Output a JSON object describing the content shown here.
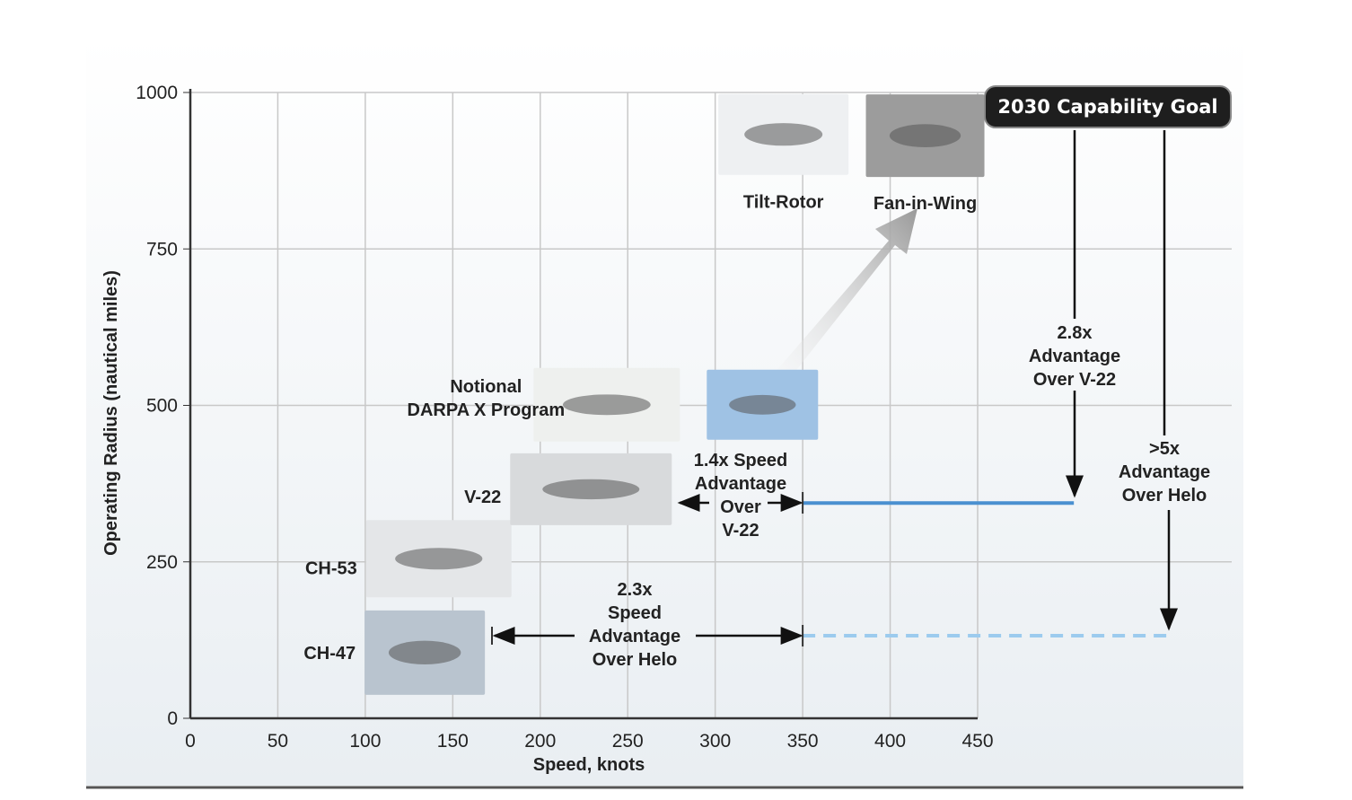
{
  "chart_data": {
    "type": "scatter",
    "title": "",
    "xlabel": "Speed, knots",
    "ylabel": "Operating Radius (nautical miles)",
    "xlim": [
      0,
      450
    ],
    "ylim": [
      0,
      1000
    ],
    "xticks": [
      "0",
      "50",
      "100",
      "150",
      "200",
      "250",
      "300",
      "350",
      "400",
      "450"
    ],
    "yticks": [
      "0",
      "250",
      "500",
      "750",
      "1000"
    ],
    "grid": true,
    "aircraft": [
      {
        "name": "CH-47",
        "speed": 134,
        "radius": 105
      },
      {
        "name": "CH-53",
        "speed": 142,
        "radius": 255
      },
      {
        "name": "V-22",
        "speed": 229,
        "radius": 366
      },
      {
        "name": "Notional DARPA X Program",
        "speed": 238,
        "radius": 501
      },
      {
        "name": "",
        "speed": 327,
        "radius": 501
      },
      {
        "name": "Tilt-Rotor",
        "speed": 339,
        "radius": 933
      },
      {
        "name": "Fan-in-Wing",
        "speed": 420,
        "radius": 931
      }
    ],
    "goal_lines": [
      {
        "style": "solid",
        "color": "#4a90d0",
        "radius": 344,
        "speed_from": 350,
        "speed_to": 505
      },
      {
        "style": "dashed",
        "color": "#9ccbee",
        "radius": 132,
        "speed_from": 350,
        "speed_to": 560
      }
    ],
    "goal_box": "2030 Capability Goal",
    "annotations": {
      "v22_speed": [
        "1.4x Speed",
        "Advantage",
        "Over",
        "V-22"
      ],
      "helo_speed": [
        "2.3x",
        "Speed",
        "Advantage",
        "Over Helo"
      ],
      "v22_adv": [
        "2.8x",
        "Advantage",
        "Over V-22"
      ],
      "helo_adv": [
        ">5x",
        "Advantage",
        "Over Helo"
      ]
    }
  }
}
